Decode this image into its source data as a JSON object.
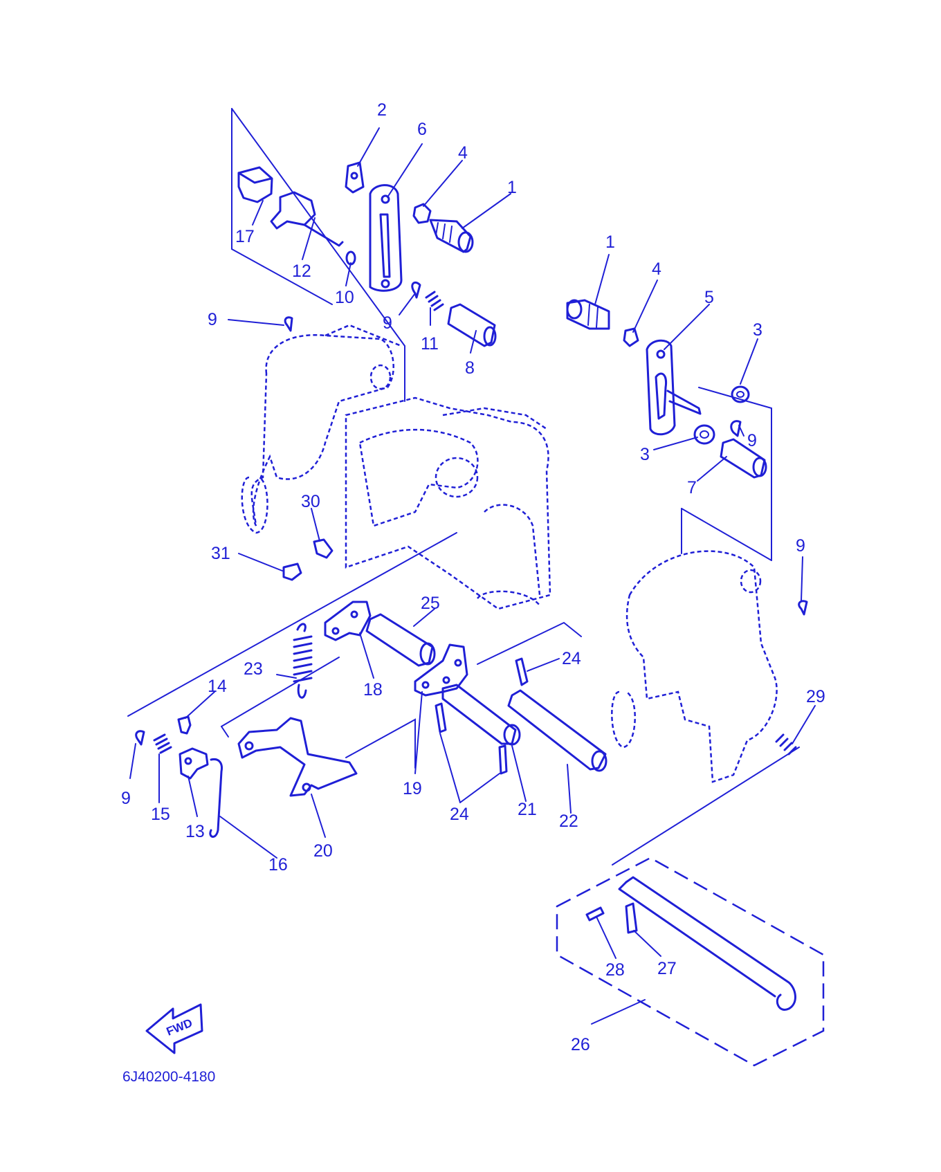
{
  "diagram": {
    "doc_code": "6J40200-4180",
    "direction_label": "FWD",
    "ink_color": "#1f1fd6",
    "background_color": "#ffffff",
    "callouts": {
      "c1a": "1",
      "c1b": "1",
      "c2": "2",
      "c3a": "3",
      "c3b": "3",
      "c4a": "4",
      "c4b": "4",
      "c5": "5",
      "c6": "6",
      "c7": "7",
      "c8": "8",
      "c9a": "9",
      "c9b": "9",
      "c9c": "9",
      "c9d": "9",
      "c9e": "9",
      "c10": "10",
      "c11": "11",
      "c12": "12",
      "c13": "13",
      "c14": "14",
      "c15": "15",
      "c16": "16",
      "c17": "17",
      "c18": "18",
      "c19": "19",
      "c20": "20",
      "c21": "21",
      "c22": "22",
      "c23": "23",
      "c24a": "24",
      "c24b": "24",
      "c25": "25",
      "c26": "26",
      "c27": "27",
      "c28": "28",
      "c29": "29",
      "c30": "30",
      "c31": "31"
    }
  }
}
